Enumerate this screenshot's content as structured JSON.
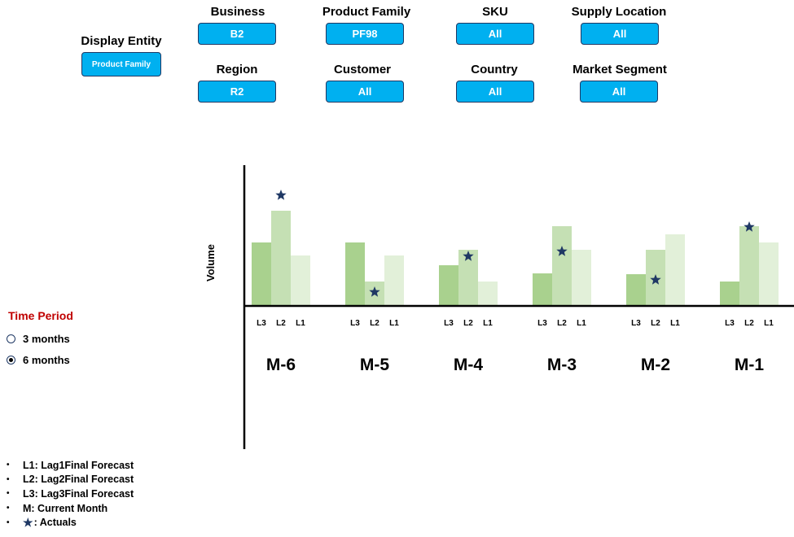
{
  "filters": {
    "display_entity": {
      "label": "Display Entity",
      "value": "Product Family"
    },
    "business": {
      "label": "Business",
      "value": "B2"
    },
    "product_family": {
      "label": "Product Family",
      "value": "PF98"
    },
    "sku": {
      "label": "SKU",
      "value": "All"
    },
    "supply_location": {
      "label": "Supply Location",
      "value": "All"
    },
    "region": {
      "label": "Region",
      "value": "R2"
    },
    "customer": {
      "label": "Customer",
      "value": "All"
    },
    "country": {
      "label": "Country",
      "value": "All"
    },
    "market_segment": {
      "label": "Market Segment",
      "value": "All"
    }
  },
  "time_period": {
    "title": "Time Period",
    "options": [
      {
        "label": "3 months",
        "selected": false
      },
      {
        "label": "6 months",
        "selected": true
      }
    ]
  },
  "legend": {
    "items": [
      {
        "text": "L1: Lag1Final Forecast"
      },
      {
        "text": "L2: Lag2Final Forecast"
      },
      {
        "text": "L3: Lag3Final Forecast"
      },
      {
        "text": "M: Current Month"
      },
      {
        "text": ": Actuals",
        "icon": "star-icon"
      }
    ]
  },
  "chart_data": {
    "type": "bar",
    "ylabel": "Volume",
    "groups": [
      "M-6",
      "M-5",
      "M-4",
      "M-3",
      "M-2",
      "M-1"
    ],
    "bar_labels": [
      "L3",
      "L2",
      "L1"
    ],
    "series": [
      {
        "name": "L3",
        "values": [
          78,
          78,
          50,
          40,
          39,
          30
        ],
        "color": "#a9d18e"
      },
      {
        "name": "L2",
        "values": [
          117,
          30,
          69,
          98,
          69,
          98
        ],
        "color": "#c5e0b4"
      },
      {
        "name": "L1",
        "values": [
          62,
          62,
          30,
          69,
          88,
          78
        ],
        "color": "#e2f0d9"
      }
    ],
    "actuals": [
      136,
      17,
      61,
      67,
      32,
      97
    ],
    "actuals_color": "#1f3864",
    "grid": false
  }
}
